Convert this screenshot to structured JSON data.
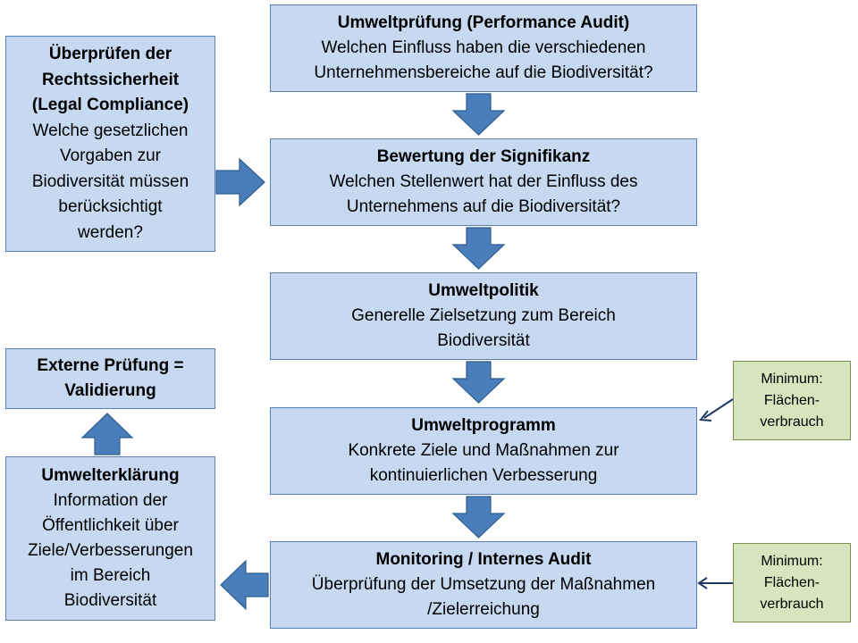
{
  "boxes": {
    "performance_audit": {
      "title": "Umweltprüfung (Performance Audit)",
      "lines": [
        "Welchen Einfluss haben die verschiedenen",
        "Unternehmensbereiche auf die Biodiversität?"
      ]
    },
    "legal_compliance": {
      "title_lines": [
        "Überprüfen der",
        "Rechtssicherheit",
        "(Legal Compliance)"
      ],
      "lines": [
        "Welche gesetzlichen",
        "Vorgaben zur",
        "Biodiversität müssen",
        "berücksichtigt",
        "werden?"
      ]
    },
    "significance": {
      "title": "Bewertung der Signifikanz",
      "lines": [
        "Welchen Stellenwert hat der Einfluss des",
        "Unternehmens auf die Biodiversität?"
      ]
    },
    "policy": {
      "title": "Umweltpolitik",
      "lines": [
        "Generelle Zielsetzung zum Bereich",
        "Biodiversität"
      ]
    },
    "programme": {
      "title": "Umweltprogramm",
      "lines": [
        "Konkrete Ziele und Maßnahmen zur",
        "kontinuierlichen Verbesserung"
      ]
    },
    "monitoring": {
      "title": "Monitoring / Internes Audit",
      "lines": [
        "Überprüfung der Umsetzung der Maßnahmen",
        "/Zielerreichung"
      ]
    },
    "validation": {
      "title_lines": [
        "Externe Prüfung =",
        "Validierung"
      ]
    },
    "statement": {
      "title": "Umwelterklärung",
      "lines": [
        "Information der",
        "Öffentlichkeit über",
        "Ziele/Verbesserungen",
        "im Bereich",
        "Biodiversität"
      ]
    }
  },
  "notes": [
    {
      "lines": [
        "Minimum:",
        "Flächen-",
        "verbrauch"
      ]
    },
    {
      "lines": [
        "Minimum:",
        "Flächen-",
        "verbrauch"
      ]
    }
  ],
  "colors": {
    "box_fill": "#c6d9f1",
    "box_border": "#5a7fb3",
    "note_fill": "#d7e4bd",
    "note_border": "#7b8f52",
    "arrow_fill": "#4a7ebb",
    "arrow_stroke": "#2f5c8f",
    "pointer": "#1f3864"
  }
}
